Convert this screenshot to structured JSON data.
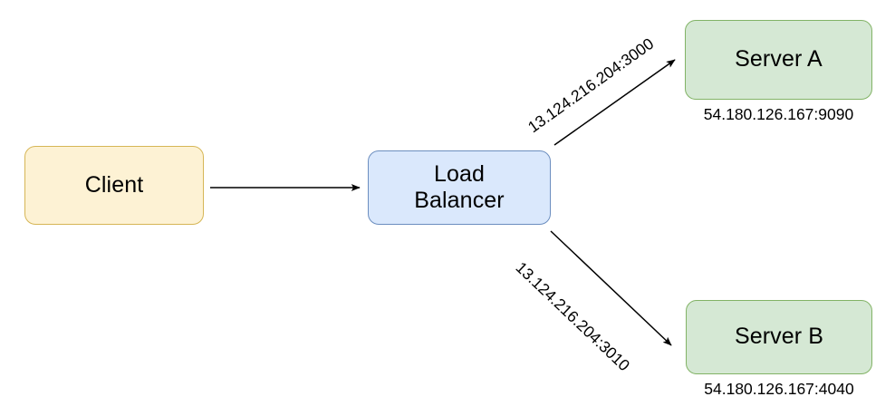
{
  "diagram": {
    "title": "Load balancer routing diagram",
    "background": "#ffffff",
    "nodes": [
      {
        "id": "client",
        "label": "Client",
        "fill": "#fdf2d4",
        "stroke": "#d6b656"
      },
      {
        "id": "load-balancer",
        "label": "Load\nBalancer",
        "fill": "#dae8fc",
        "stroke": "#6c8ebf"
      },
      {
        "id": "server-a",
        "label": "Server A",
        "fill": "#d5e8d4",
        "stroke": "#82b366",
        "caption": "54.180.126.167:9090"
      },
      {
        "id": "server-b",
        "label": "Server B",
        "fill": "#d5e8d4",
        "stroke": "#82b366",
        "caption": "54.180.126.167:4040"
      }
    ],
    "edges": [
      {
        "id": "client-to-load-balancer",
        "from": "client",
        "to": "load-balancer",
        "label": "",
        "stroke": "#000000"
      },
      {
        "id": "load-balancer-to-server-a",
        "from": "load-balancer",
        "to": "server-a",
        "label": "13.124.216.204:3000",
        "stroke": "#000000"
      },
      {
        "id": "load-balancer-to-server-b",
        "from": "load-balancer",
        "to": "server-b",
        "label": "13.124.216.204:3010",
        "stroke": "#000000"
      }
    ]
  }
}
